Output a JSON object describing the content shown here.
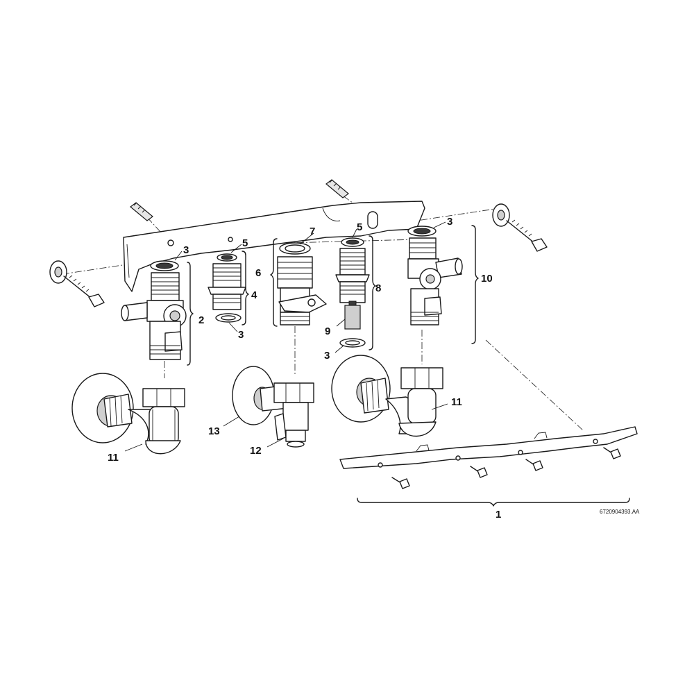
{
  "drawing": {
    "reference": "6720904393.AA",
    "callouts": [
      {
        "id": "c1",
        "text": "1"
      },
      {
        "id": "c2",
        "text": "2"
      },
      {
        "id": "c3a",
        "text": "3"
      },
      {
        "id": "c3b",
        "text": "3"
      },
      {
        "id": "c3c",
        "text": "3"
      },
      {
        "id": "c3d",
        "text": "3"
      },
      {
        "id": "c4",
        "text": "4"
      },
      {
        "id": "c5a",
        "text": "5"
      },
      {
        "id": "c5b",
        "text": "5"
      },
      {
        "id": "c6",
        "text": "6"
      },
      {
        "id": "c7",
        "text": "7"
      },
      {
        "id": "c8",
        "text": "8"
      },
      {
        "id": "c9",
        "text": "9"
      },
      {
        "id": "c10",
        "text": "10"
      },
      {
        "id": "c11a",
        "text": "11"
      },
      {
        "id": "c11b",
        "text": "11"
      },
      {
        "id": "c12",
        "text": "12"
      },
      {
        "id": "c13",
        "text": "13"
      }
    ]
  }
}
